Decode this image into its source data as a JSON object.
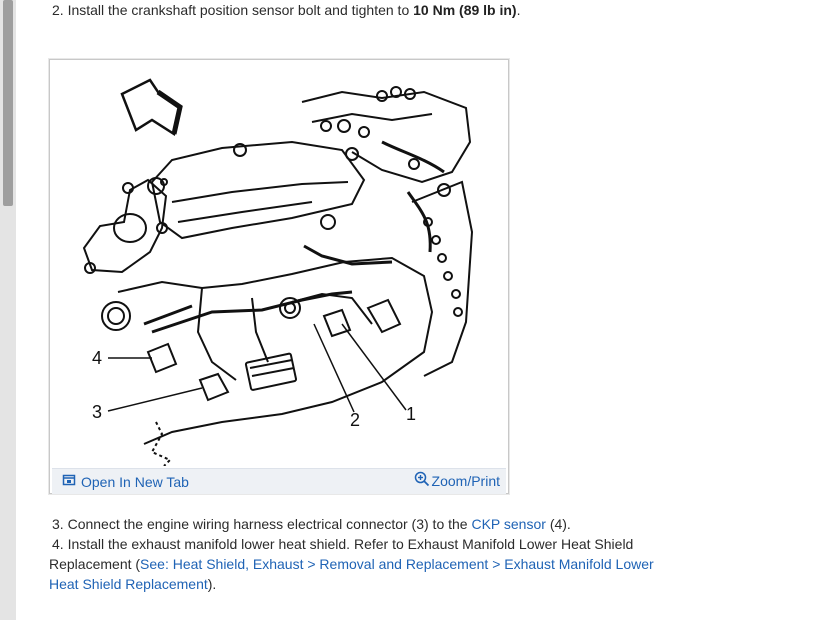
{
  "step2": {
    "number": "2.",
    "text": "Install the crankshaft position sensor bolt and tighten to",
    "torque": "10 Nm (89 lb in)",
    "end": "."
  },
  "figure": {
    "callouts": [
      "4",
      "3",
      "2",
      "1"
    ],
    "open_tab_label": "Open In New Tab",
    "zoom_label": "Zoom/Print",
    "icons": [
      "open-tab-icon",
      "zoom-icon"
    ]
  },
  "step3": {
    "number": "3.",
    "text": "Connect the engine wiring harness electrical connector (3) to the",
    "link": "CKP sensor",
    "end": "(4)."
  },
  "step4": {
    "number": "4.",
    "text_line1": "Install the exhaust manifold lower heat shield. Refer to Exhaust Manifold Lower Heat Shield",
    "text_line2": "Replacement (",
    "link": "See: Heat Shield, Exhaust > Removal and Replacement > Exhaust Manifold Lower Heat Shield Replacement",
    "end": ")."
  },
  "colors": {
    "link": "#1f63b5",
    "text": "#2b2b2b",
    "bar": "#eef1f5"
  }
}
